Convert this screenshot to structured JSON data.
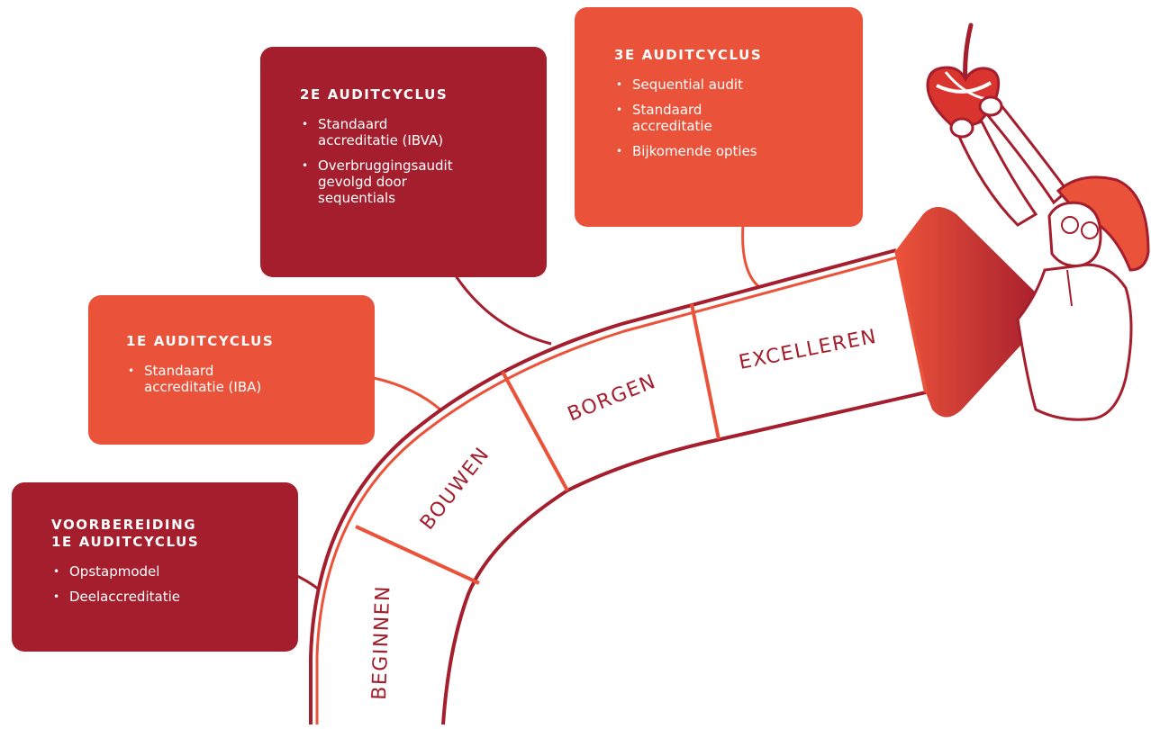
{
  "boxes": {
    "voorbereiding": {
      "title": "VOORBEREIDING\n1E AUDITCYCLUS",
      "items": [
        "Opstapmodel",
        "Deelaccreditatie"
      ]
    },
    "cyclus1": {
      "title": "1E AUDITCYCLUS",
      "items": [
        "Standaard\naccreditatie (IBA)"
      ]
    },
    "cyclus2": {
      "title": "2E AUDITCYCLUS",
      "items": [
        "Standaard\naccreditatie (IBVA)",
        "Overbruggingsaudit\ngevolgd door\nsequentials"
      ]
    },
    "cyclus3": {
      "title": "3E AUDITCYCLUS",
      "items": [
        "Sequential audit",
        "Standaard\naccreditatie",
        "Bijkomende opties"
      ]
    }
  },
  "steps": {
    "beginnen": "BEGINNEN",
    "bouwen": "BOUWEN",
    "borgen": "BORGEN",
    "excelleren": "EXCELLEREN"
  },
  "colors": {
    "dark_red": "#A51E2D",
    "coral": "#EB523A"
  }
}
